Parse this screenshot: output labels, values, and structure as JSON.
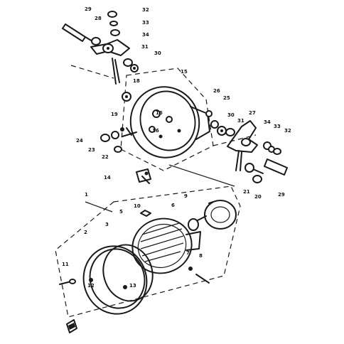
{
  "diagram": {
    "callouts": [
      {
        "id": "c1",
        "text": "1"
      },
      {
        "id": "c2",
        "text": "2"
      },
      {
        "id": "c3",
        "text": "3"
      },
      {
        "id": "c5",
        "text": "5"
      },
      {
        "id": "c6",
        "text": "6"
      },
      {
        "id": "c7",
        "text": "7"
      },
      {
        "id": "c8",
        "text": "8"
      },
      {
        "id": "c9",
        "text": "9"
      },
      {
        "id": "c10",
        "text": "10"
      },
      {
        "id": "c11",
        "text": "11"
      },
      {
        "id": "c12",
        "text": "12"
      },
      {
        "id": "c13",
        "text": "13"
      },
      {
        "id": "c14",
        "text": "14"
      },
      {
        "id": "c15",
        "text": "15"
      },
      {
        "id": "c16",
        "text": "16"
      },
      {
        "id": "c16b",
        "text": "16"
      },
      {
        "id": "c18",
        "text": "18"
      },
      {
        "id": "c19",
        "text": "19"
      },
      {
        "id": "c20",
        "text": "20"
      },
      {
        "id": "c21",
        "text": "21"
      },
      {
        "id": "c22",
        "text": "22"
      },
      {
        "id": "c23",
        "text": "23"
      },
      {
        "id": "c24",
        "text": "24"
      },
      {
        "id": "c26",
        "text": "26"
      },
      {
        "id": "c27",
        "text": "27"
      },
      {
        "id": "c28",
        "text": "28"
      },
      {
        "id": "c29a",
        "text": "29"
      },
      {
        "id": "c29b",
        "text": "29"
      },
      {
        "id": "c30a",
        "text": "30"
      },
      {
        "id": "c30b",
        "text": "30"
      },
      {
        "id": "c31a",
        "text": "31"
      },
      {
        "id": "c31b",
        "text": "31"
      },
      {
        "id": "c32a",
        "text": "32"
      },
      {
        "id": "c32b",
        "text": "32"
      },
      {
        "id": "c33a",
        "text": "33"
      },
      {
        "id": "c33b",
        "text": "33"
      },
      {
        "id": "c34a",
        "text": "34"
      },
      {
        "id": "c34b",
        "text": "34"
      },
      {
        "id": "c25",
        "text": "25"
      }
    ]
  }
}
